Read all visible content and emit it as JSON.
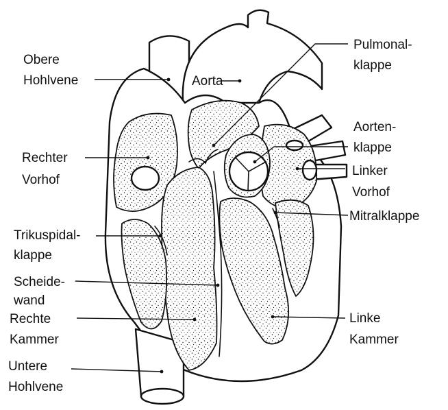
{
  "labels": {
    "obere_hohlvene": [
      "Obere",
      "Hohlvene"
    ],
    "aorta": "Aorta",
    "pulmonalklappe": [
      "Pulmonal-",
      "klappe"
    ],
    "aortenklappe": [
      "Aorten-",
      "klappe"
    ],
    "rechter_vorhof": [
      "Rechter",
      "Vorhof"
    ],
    "linker_vorhof": [
      "Linker",
      "Vorhof"
    ],
    "trikuspidalklappe": [
      "Trikuspidal-",
      "klappe"
    ],
    "mitralklappe": "Mitralklappe",
    "scheidewand": [
      "Scheide-",
      "wand"
    ],
    "rechte_kammer": [
      "Rechte",
      "Kammer"
    ],
    "linke_kammer": [
      "Linke",
      "Kammer"
    ],
    "untere_hohlvene": [
      "Untere",
      "Hohlvene"
    ]
  }
}
